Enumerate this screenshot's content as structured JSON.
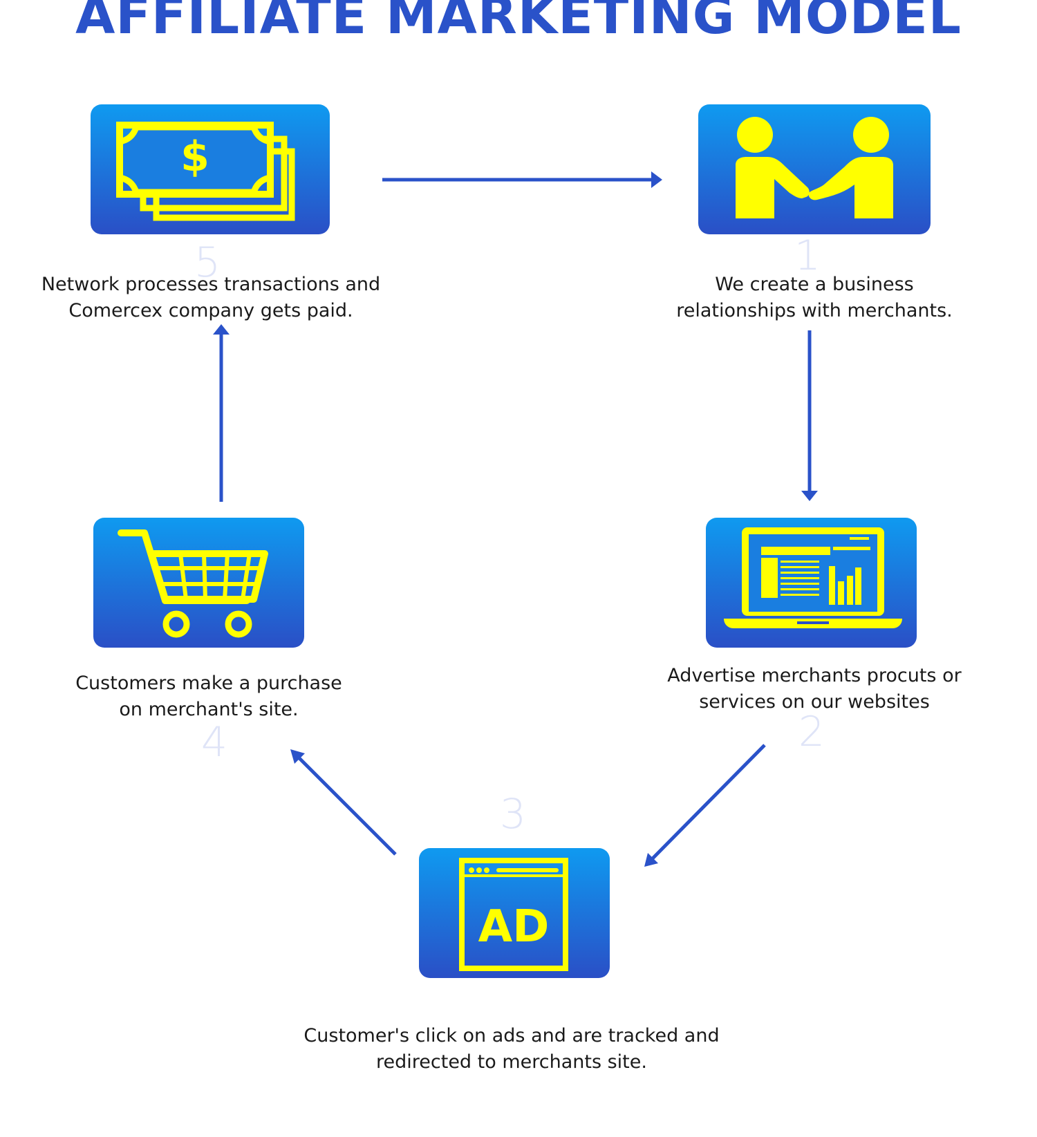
{
  "title": "AFFILIATE MARKETING MODEL",
  "colors": {
    "accent": "#2a52c9",
    "icon": "#ffff00",
    "tile_top": "#0f9af0",
    "tile_bottom": "#2a4fc6",
    "step_number": "#dfe4f7"
  },
  "steps": [
    {
      "number": "1",
      "icon": "handshake-icon",
      "caption_lines": [
        "We create a business",
        "relationships with merchants."
      ]
    },
    {
      "number": "2",
      "icon": "laptop-dashboard-icon",
      "caption_lines": [
        "Advertise merchants procuts or",
        "services on our websites"
      ]
    },
    {
      "number": "3",
      "icon": "ad-window-icon",
      "icon_text": "AD",
      "caption_lines": [
        "Customer's click on ads and are tracked and",
        "redirected to merchants site."
      ]
    },
    {
      "number": "4",
      "icon": "shopping-cart-icon",
      "caption_lines": [
        "Customers make a purchase",
        "on merchant's site."
      ]
    },
    {
      "number": "5",
      "icon": "money-stack-icon",
      "icon_text": "$",
      "caption_lines": [
        "Network processes transactions and",
        "Comercex company gets paid."
      ]
    }
  ]
}
